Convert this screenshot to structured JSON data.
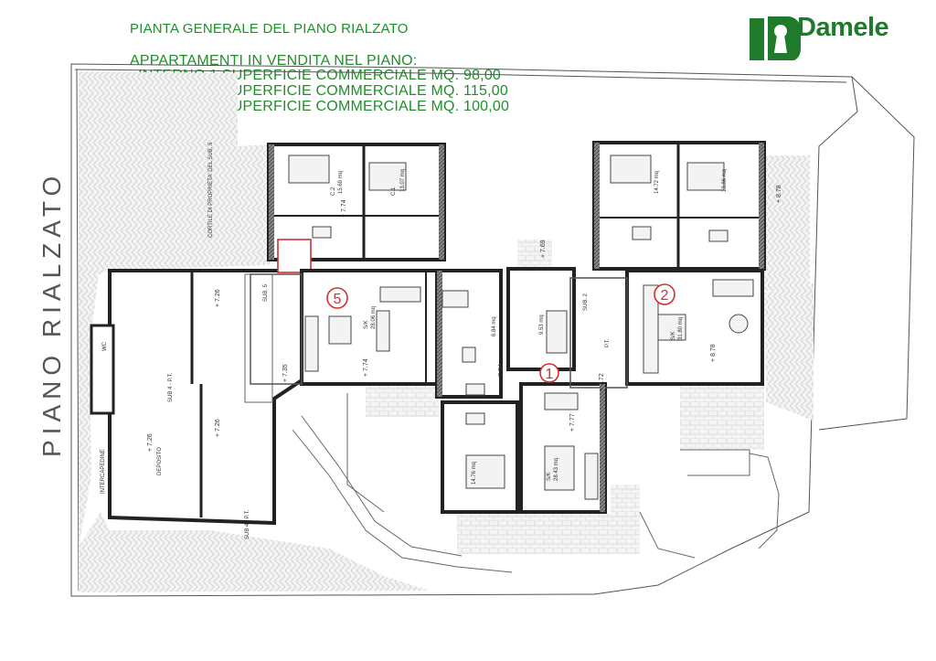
{
  "header": {
    "title": "PIANTA GENERALE DEL PIANO RIALZATO",
    "subtitle": "APPARTAMENTI IN VENDITA NEL PIANO:",
    "units": [
      "_INTERNO 1 SUPERFICIE COMMERCIALE MQ. 98,00",
      "_INTERNO 2 SUPERFICIE COMMERCIALE MQ. 115,00",
      "_INTERNO 5 SUPERFICIE COMMERCIALE MQ. 100,00"
    ]
  },
  "brand": {
    "name": "Damele",
    "color": "#1f7a2c"
  },
  "plan": {
    "floor_label": "PIANO RIALZATO",
    "unit_markers": [
      "5",
      "2",
      "1"
    ],
    "room_labels": {
      "courtyard": "CORTILE DI PROPRIETA' DEL SUB. 5",
      "sub5": "SUB. 5",
      "sub2": "SUB. 2",
      "sub4_pt": "SUB 4 - P.T.",
      "sub4_pt_b": "SUB 4 - P.T.",
      "sub3_pt": "P.T.",
      "deposito": "DEPOSITO",
      "intercapedine": "INTERCAPEDINE",
      "wc": "WC",
      "cam1": "C.1",
      "cam2": "C.2",
      "sk5": "S/K",
      "sk2": "S/K",
      "sk1": "S/K",
      "c1_area": "13.07 mq",
      "c2_area": "15.69 mq",
      "c1b_area": "13.86 mq",
      "c2b_area": "14.72 mq",
      "sk5_area": "28.06 mq",
      "sk2_area": "31.80 mq",
      "sk1_area": "28.43 mq",
      "c_low_area": "14.76 mq",
      "mid_area": "6.84 mq",
      "mid2_area": "9.53 mq"
    },
    "levels": [
      "+ 7.74",
      "+ 7.74",
      "+ 7.74",
      "+ 7.72",
      "+ 8.78",
      "+ 8.78",
      "+ 7.26",
      "+ 7.26",
      "+ 7.26",
      "+ 7.35",
      "+ 7.77",
      "+ 7.69"
    ]
  }
}
